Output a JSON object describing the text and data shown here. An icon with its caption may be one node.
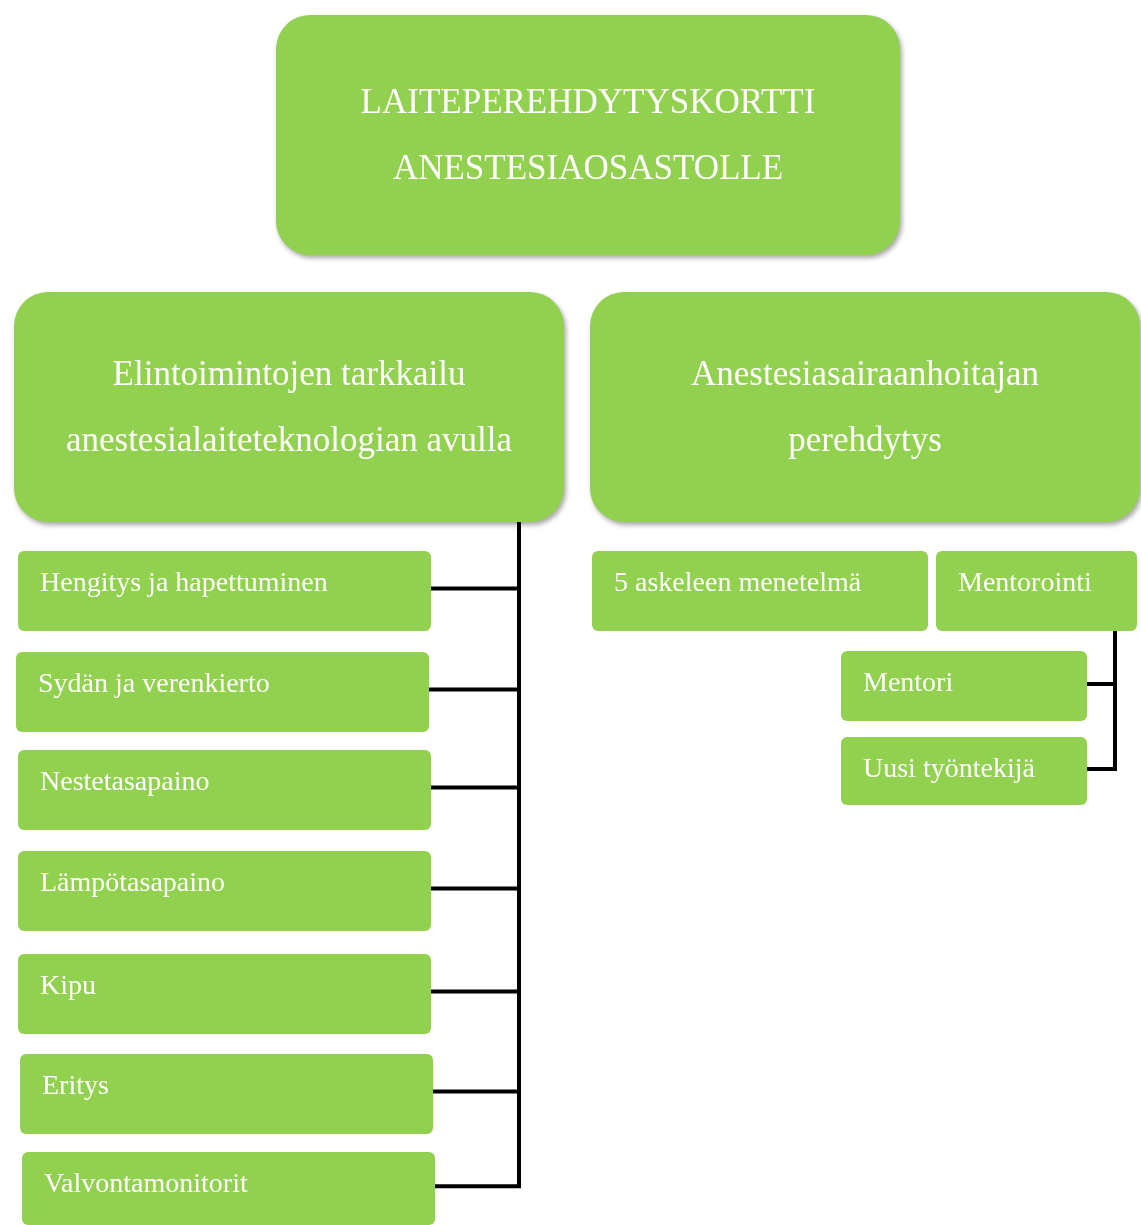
{
  "diagram": {
    "nodes": [
      {
        "text": [
          "LAITEPEREHDYTYSKORTTI ANESTESIAOSASTOLLE"
        ]
      },
      {
        "text": [
          "Elintoimintojen tarkkailu anestesialaiteteknologian avulla"
        ]
      },
      {
        "text": [
          "Anestesiasairaanhoitajan perehdytys"
        ]
      },
      {
        "text": [
          "Hengitys ja hapettuminen"
        ]
      },
      {
        "text": [
          "Sydän ja verenkierto"
        ]
      },
      {
        "text": [
          "Nestetasapaino"
        ]
      },
      {
        "text": [
          "Lämpötasapaino"
        ]
      },
      {
        "text": [
          "Kipu"
        ]
      },
      {
        "text": [
          "Eritys"
        ]
      },
      {
        "text": [
          "Valvontamonitorit"
        ]
      },
      {
        "text": [
          "5 askeleen menetelmä"
        ]
      },
      {
        "text": [
          "Mentorointi"
        ]
      },
      {
        "text": [
          "Mentori"
        ]
      },
      {
        "text": [
          "Uusi työntekijä"
        ]
      }
    ],
    "edges": [
      {
        "from": 1,
        "to": 3,
        "arrow": "none"
      },
      {
        "from": 1,
        "to": 4,
        "arrow": "none"
      },
      {
        "from": 1,
        "to": 5,
        "arrow": "none"
      },
      {
        "from": 1,
        "to": 6,
        "arrow": "none"
      },
      {
        "from": 1,
        "to": 7,
        "arrow": "none"
      },
      {
        "from": 1,
        "to": 8,
        "arrow": "none"
      },
      {
        "from": 1,
        "to": 9,
        "arrow": "none"
      },
      {
        "from": 11,
        "to": 12,
        "arrow": "none"
      },
      {
        "from": 11,
        "to": 13,
        "arrow": "none"
      }
    ]
  }
}
